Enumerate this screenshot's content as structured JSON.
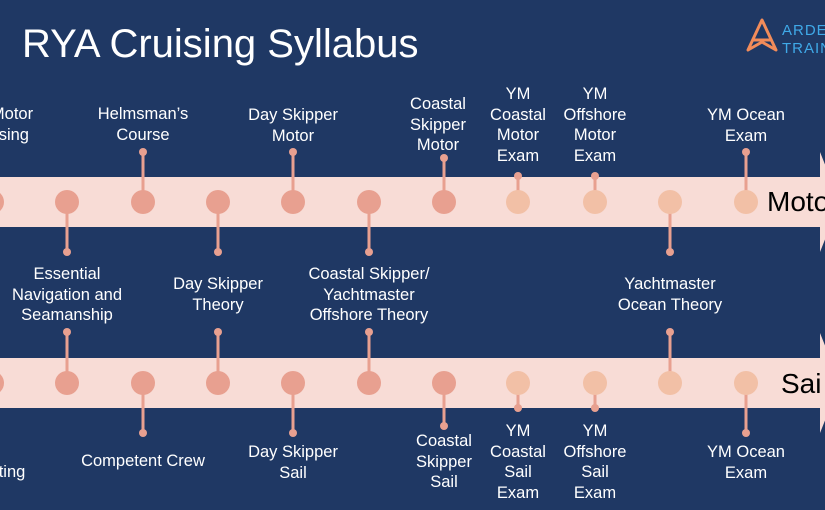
{
  "title": "RYA Cruising Syllabus",
  "logo": {
    "line1": "ARDE",
    "line2": "TRAIN"
  },
  "colors": {
    "background": "#1f3864",
    "track": "#f8dcd6",
    "dot_dark": "#e8a090",
    "dot_light": "#f2c0a6",
    "connector": "#e8a090",
    "text": "#ffffff",
    "track_label_text": "#000000",
    "logo_orange": "#f28c5a",
    "logo_blue": "#3fa9e8"
  },
  "tracks": {
    "motor": {
      "label": "Motor",
      "above": [
        "Motor\nising",
        "Helmsman’s\nCourse",
        "Day Skipper\nMotor",
        "Coastal\nSkipper\nMotor",
        "YM\nCoastal\nMotor\nExam",
        "YM\nOffshore\nMotor\nExam",
        "YM Ocean\nExam"
      ],
      "below": [
        "Essential\nNavigation and\nSeamanship",
        "Day Skipper\nTheory",
        "Coastal Skipper/\nYachtmaster\nOffshore Theory",
        "Yachtmaster\nOcean Theory"
      ]
    },
    "sail": {
      "label": "Sai",
      "below": [
        "ting",
        "Competent Crew",
        "Day Skipper\nSail",
        "Coastal\nSkipper\nSail",
        "YM\nCoastal\nSail\nExam",
        "YM\nOffshore\nSail\nExam",
        "YM Ocean\nExam"
      ]
    }
  }
}
